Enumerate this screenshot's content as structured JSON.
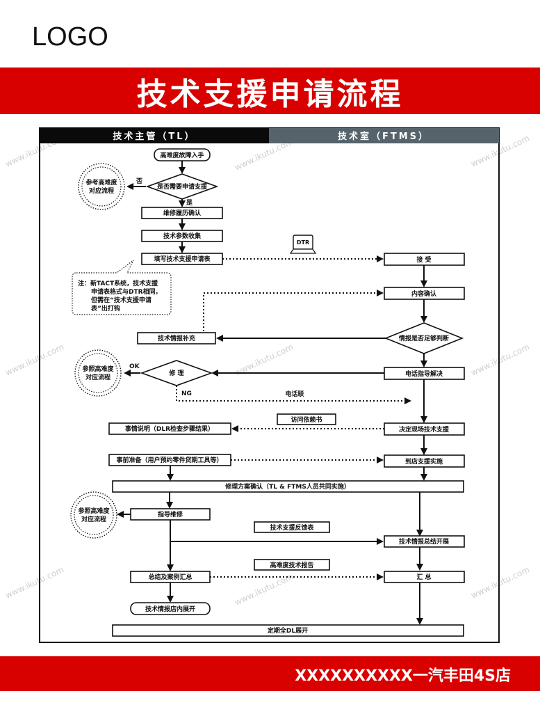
{
  "header": {
    "logo": "LOGO",
    "title": "技术支援申请流程"
  },
  "lanes": {
    "left": "技术主管（TL）",
    "right": "技术室（FTMS）"
  },
  "nodes": {
    "start": "高难度故障入手",
    "need_support": "是否需要申请支援",
    "no_label": "否",
    "yes_label": "是",
    "ref_flow_1": [
      "参考高难度",
      "对应流程"
    ],
    "repair_history": "维修履历确认",
    "tech_params": "技术参数收集",
    "fill_form": "填写技术支援申请表",
    "note": [
      "注：新TACT系统，技术支援",
      "申请表格式与DTR相同，",
      "但需在“技术支援申请",
      "表”出打钩"
    ],
    "dtr_icon": "DTR",
    "accept": "接 受",
    "content_confirm": "内容确认",
    "info_supplement": "技术情报补充",
    "info_enough": "情报是否足够判断",
    "phone_guide": "电话指导解决",
    "repair": "修 理",
    "ok_label": "OK",
    "ng_label": "NG",
    "ref_flow_2": [
      "参照高难度",
      "对应流程"
    ],
    "phone_contact": "电话联",
    "visit_request": "访问依赖书",
    "explain": "事情说明（DLR检查步骤结果）",
    "decide_onsite": "决定现场技术支援",
    "prepare": "事前准备（用户预约零件贷期工具等）",
    "onsite_support": "到店支援实施",
    "repair_plan": "修理方案确认（TL & FTMS人员共同实施）",
    "ref_flow_3": [
      "参照高难度",
      "对应流程"
    ],
    "guide_repair": "指导维修",
    "feedback_form": "技术支援反馈表",
    "info_summary": "技术情报总结开展",
    "hard_report": "高难度技术报告",
    "case_summary": "总结及案例汇总",
    "collect": "汇 总",
    "store_deploy": "技术情报店内展开",
    "regular_deploy": "定期全DL展开"
  },
  "footer": {
    "text": "XXXXXXXXXX一汽丰田4S店"
  },
  "watermark": "www.ikutu.com",
  "colors": {
    "brand_red": "#d90000",
    "lane_left": "#0a0a0a",
    "lane_right": "#56636b"
  }
}
